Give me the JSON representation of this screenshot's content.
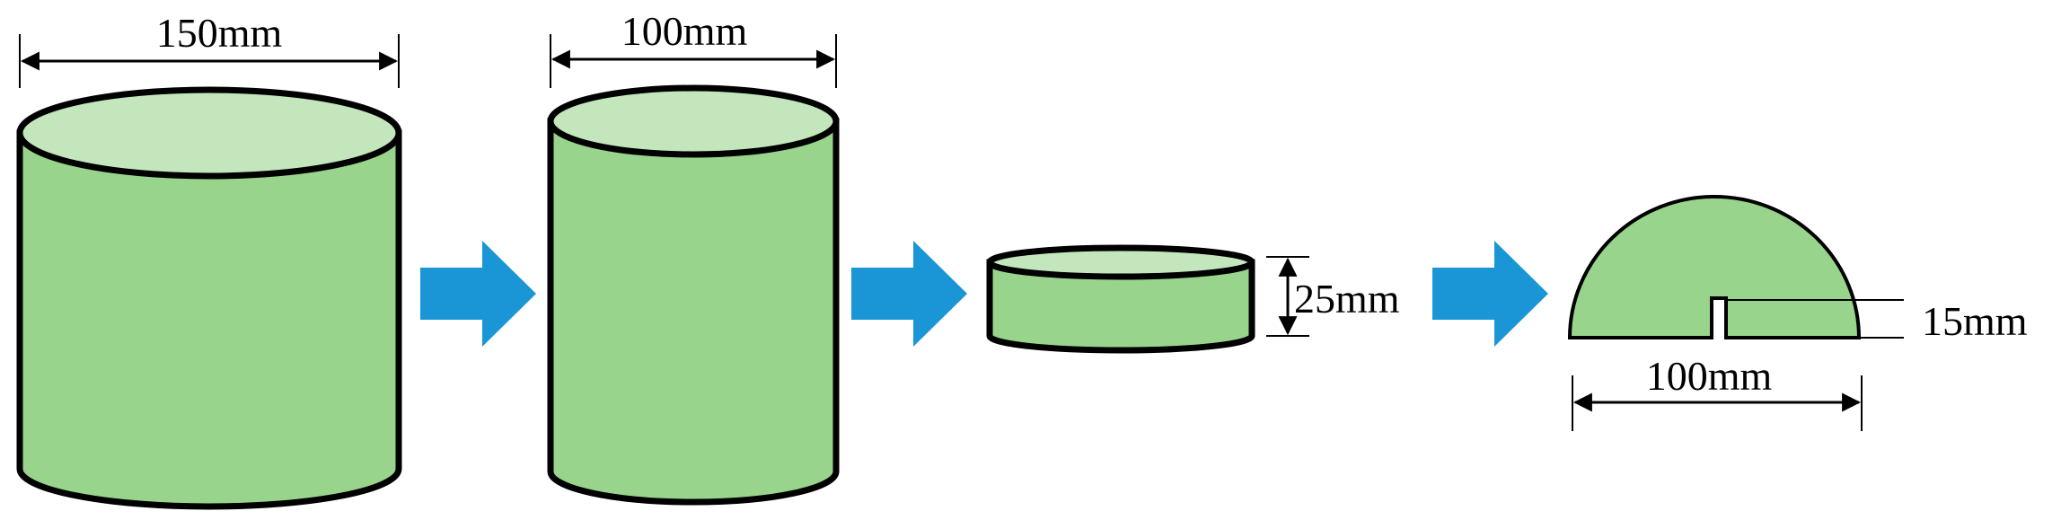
{
  "colors": {
    "body_fill": "#99d48d",
    "top_fill": "#c3e6bd",
    "outline": "#000000",
    "arrow_fill": "#1a96d6",
    "background": "#ffffff"
  },
  "labels": {
    "large_cylinder_diameter": "150mm",
    "medium_cylinder_diameter": "100mm",
    "disc_thickness": "25mm",
    "semicircle_notch_depth": "15mm",
    "semicircle_diameter": "100mm"
  },
  "stages": [
    {
      "shape": "cylinder",
      "dimension_label": "150mm"
    },
    {
      "shape": "cylinder",
      "dimension_label": "100mm"
    },
    {
      "shape": "disc",
      "dimension_label": "25mm"
    },
    {
      "shape": "notched-semicircle",
      "dimension_labels": [
        "15mm",
        "100mm"
      ]
    }
  ],
  "arrows": [
    "right-arrow-icon",
    "right-arrow-icon",
    "right-arrow-icon"
  ]
}
